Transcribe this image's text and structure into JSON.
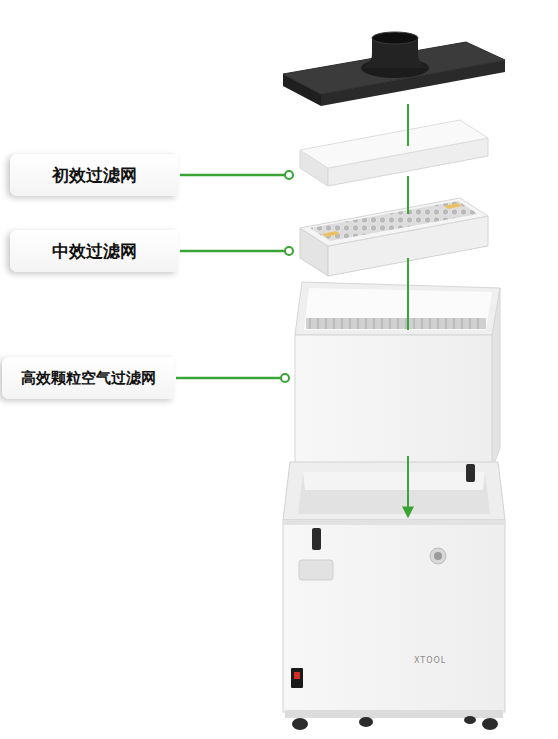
{
  "diagram": {
    "nodes": [
      {
        "text": [
          "初效过滤网"
        ]
      },
      {
        "text": [
          "中效过滤网"
        ]
      },
      {
        "text": [
          "高效颗粒空气过滤网"
        ]
      }
    ],
    "labels": [
      "XTOOL"
    ]
  }
}
